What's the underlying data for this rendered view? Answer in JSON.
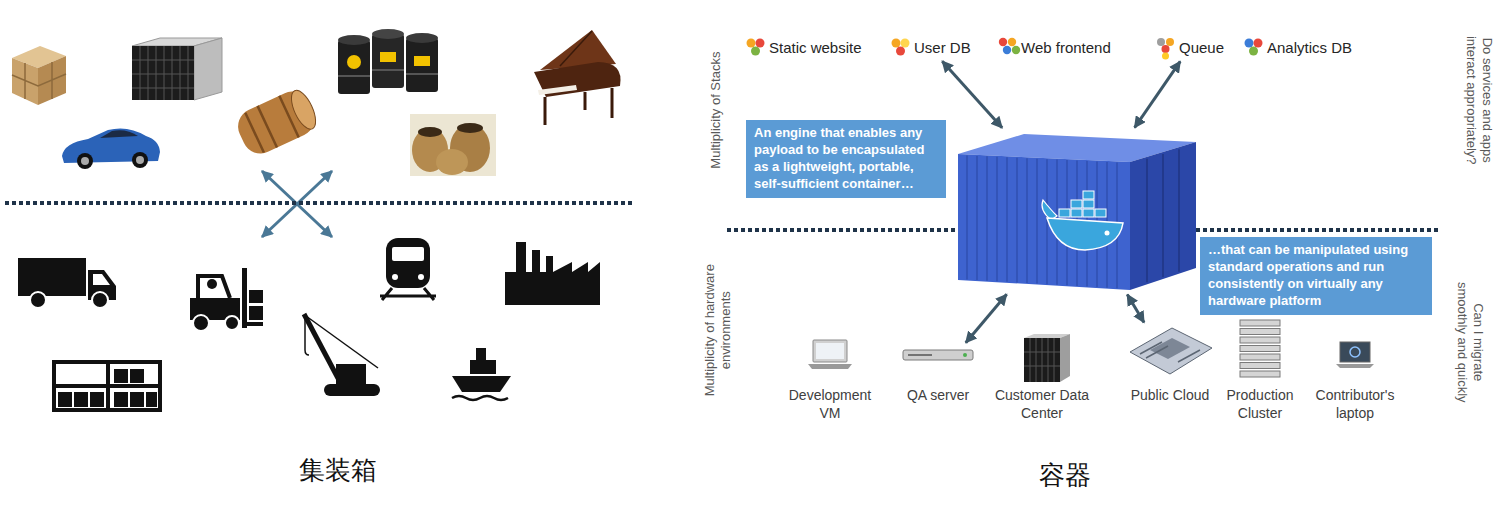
{
  "diagram": {
    "nodes": [
      {
        "text": [
          "Static website"
        ]
      },
      {
        "text": [
          "User DB"
        ]
      },
      {
        "text": [
          "Web frontend"
        ]
      },
      {
        "text": [
          "Queue"
        ]
      },
      {
        "text": [
          "Analytics DB"
        ]
      },
      {
        "text": [
          "An engine that enables any payload to be encapsulated as a lightweight, portable, self-sufficient container…"
        ]
      },
      {
        "text": []
      },
      {
        "text": [
          "…that can be manipulated using standard operations and run consistently on virtually any hardware platform"
        ]
      },
      {
        "text": [
          "Development VM"
        ]
      },
      {
        "text": [
          "QA server"
        ]
      },
      {
        "text": [
          "Customer Data Center"
        ]
      },
      {
        "text": [
          "Public Cloud"
        ]
      },
      {
        "text": [
          "Production Cluster"
        ]
      },
      {
        "text": [
          "Contributor's laptop"
        ]
      }
    ],
    "edges": [
      {
        "from": 1,
        "to": 6,
        "arrow": "both"
      },
      {
        "from": 3,
        "to": 6,
        "arrow": "both"
      },
      {
        "from": 6,
        "to": 9,
        "arrow": "both"
      },
      {
        "from": 6,
        "to": 11,
        "arrow": "both"
      }
    ],
    "labels": [
      "Multiplicity of Stacks",
      "Do services and apps interact appropriately?",
      "Multiplicity of hardware environments",
      "Can I migrate smoothly and quickly",
      "集装箱",
      "容器"
    ]
  }
}
